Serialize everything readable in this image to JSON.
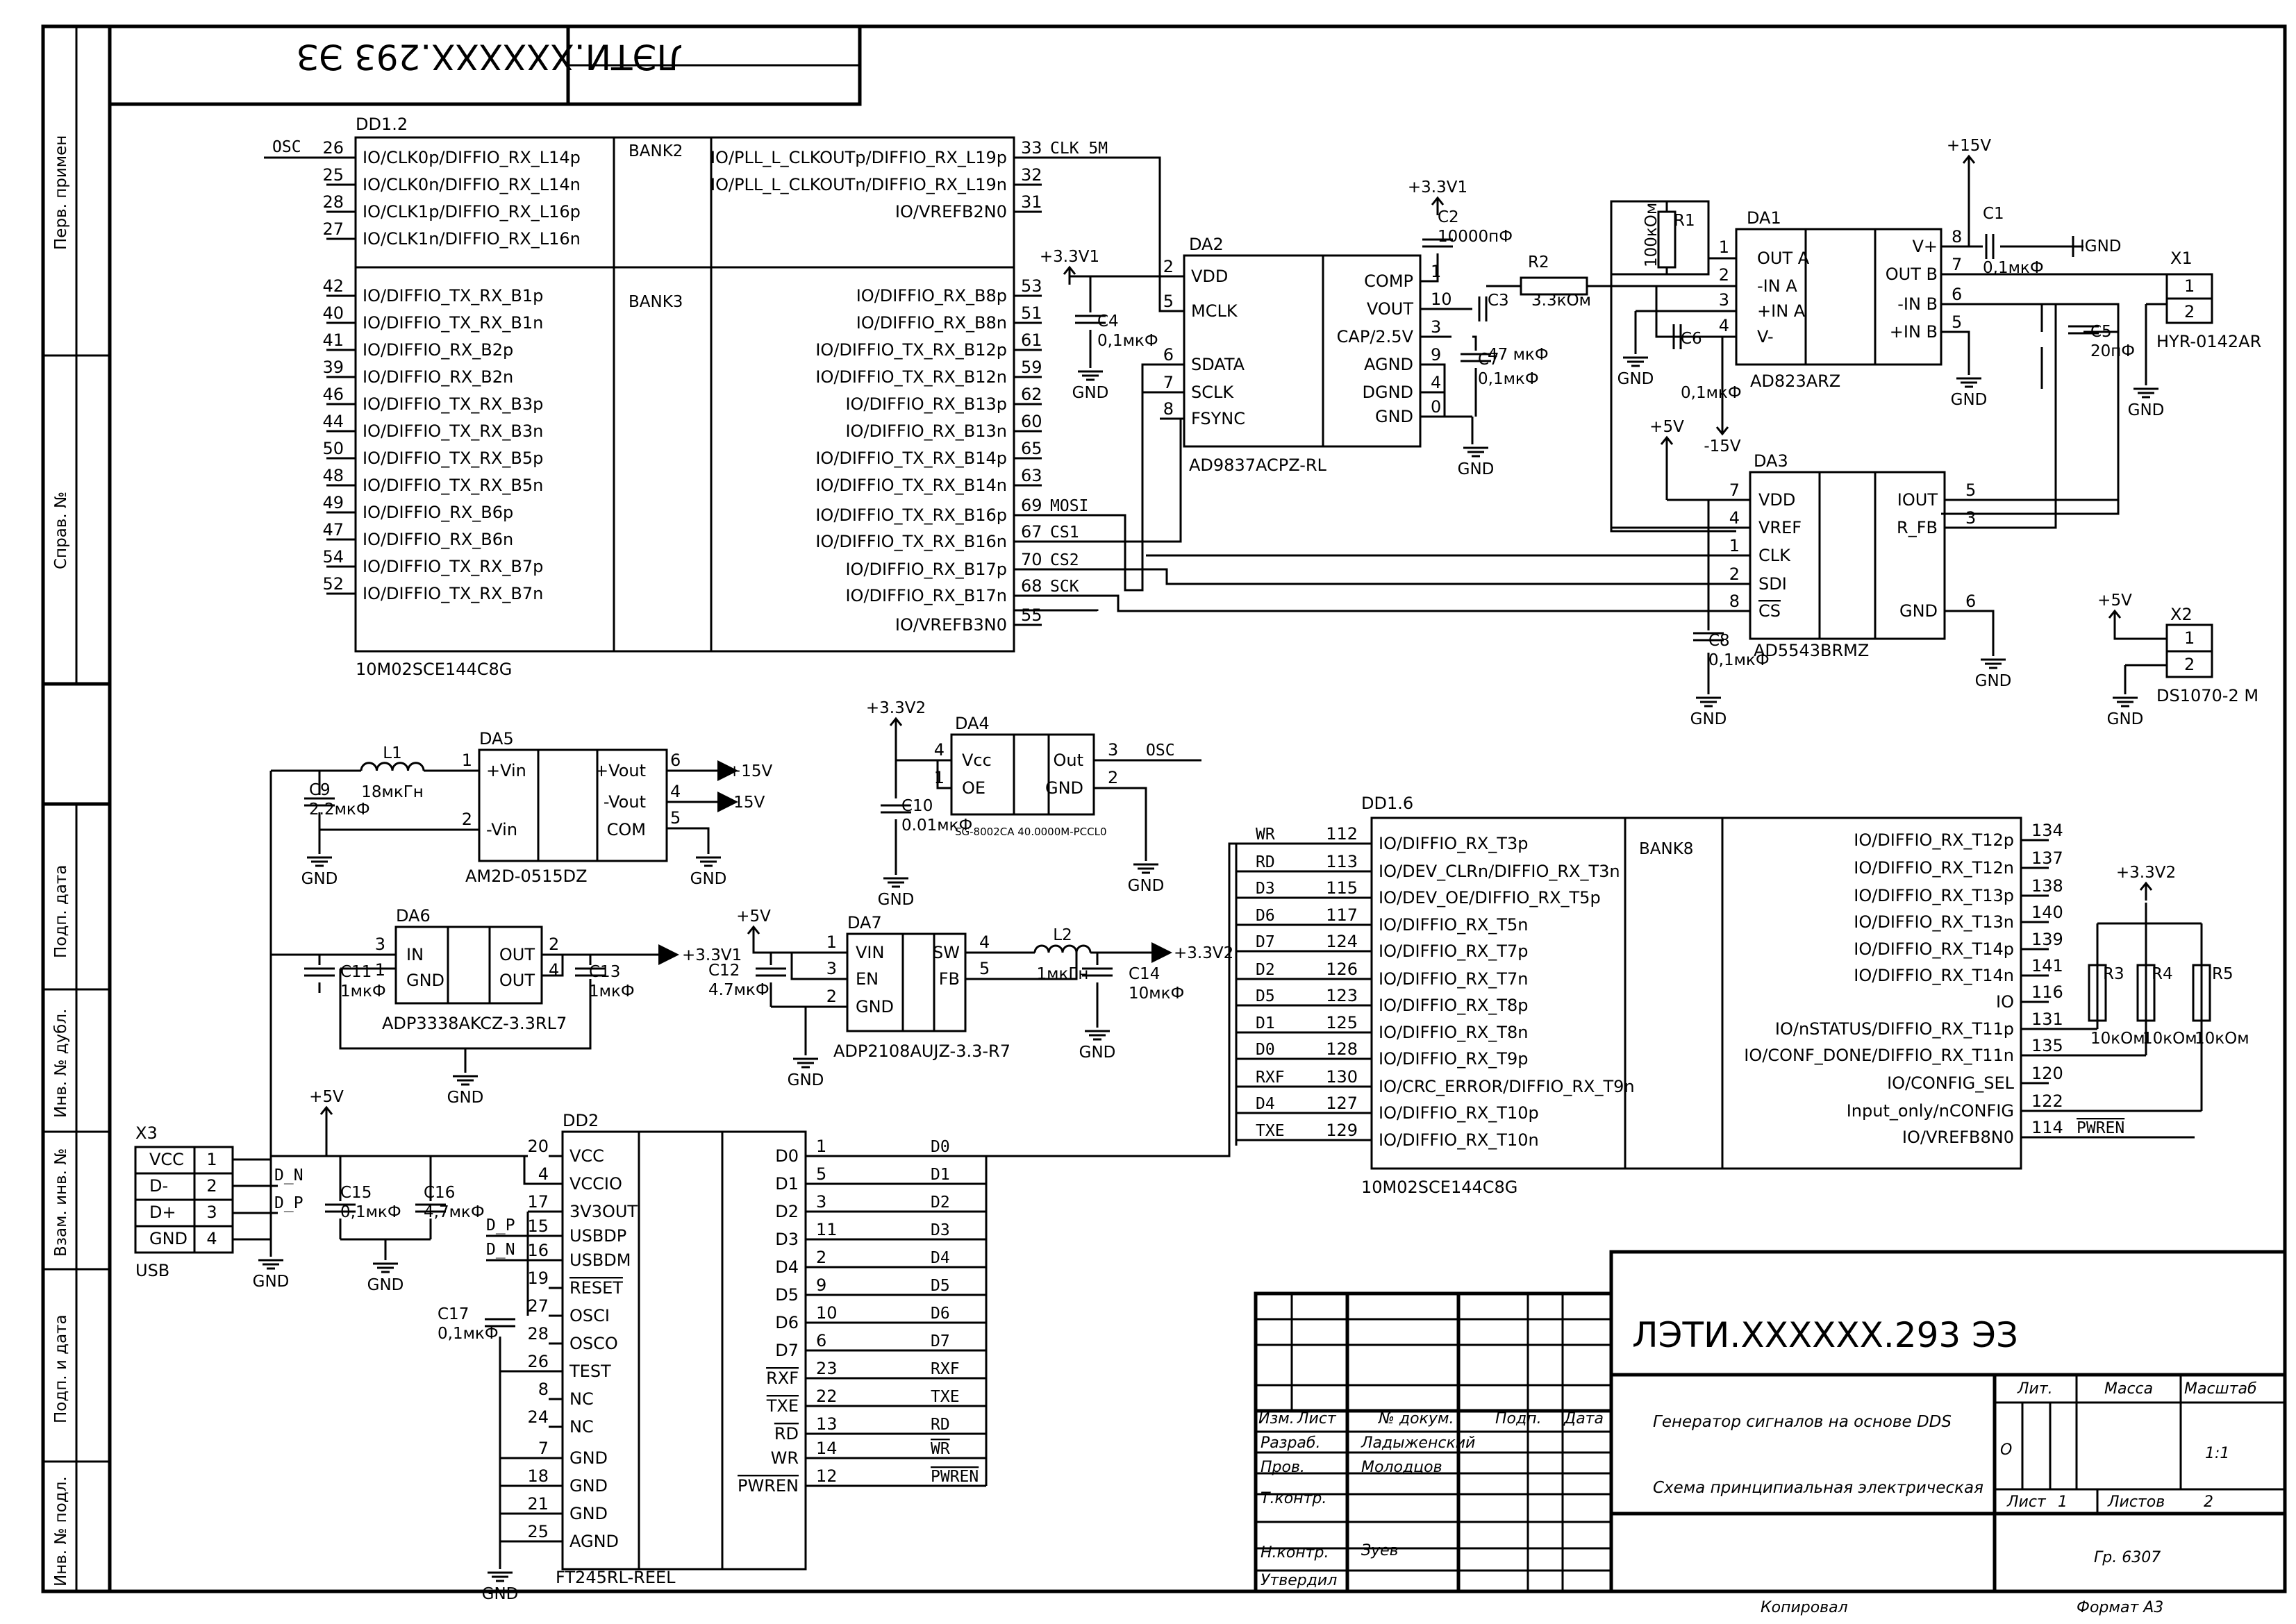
{
  "stamp": {
    "top_code": "ЛЭТИ.XXXXXX.293 ЭЗ",
    "doc_code": "ЛЭТИ.XXXXXX.293 ЭЗ",
    "title_line1": "Генератор сигналов на основе DDS",
    "title_line2": "Схема принципиальная электрическая",
    "col_izm": "Изм.",
    "col_list": "Лист",
    "col_doc": "№ докум.",
    "col_sign": "Подп.",
    "col_date": "Дата",
    "row_razrab": "Разраб.",
    "razrab_name": "Ладыженский",
    "row_prov": "Пров.",
    "prov_name": "Молодцов",
    "row_tkontr": "Т.контр.",
    "row_nkontr": "Н.контр.",
    "nkontr_name": "Зуев",
    "row_utv": "Утвердил",
    "lit_label": "Лит.",
    "mass_label": "Масса",
    "scale_label": "Масштаб",
    "lit_value": "О",
    "scale_value": "1:1",
    "sheet_label": "Лист",
    "sheet_value": "1",
    "sheets_label": "Листов",
    "sheets_value": "2",
    "group": "Гр. 6307",
    "copied": "Копировал",
    "format": "Формат A3"
  },
  "side_stamp": {
    "perv_primen": "Перв. примен",
    "sprav": "Справ. №",
    "podp_data1": "Подп. дата",
    "inv_dubl": "Инв. № дубл.",
    "vzam_inv": "Взам. инв. №",
    "podp_data2": "Подп. и дата",
    "inv_podl": "Инв. № подл."
  },
  "dd12": {
    "ref": "DD1.2",
    "part": "10M02SCE144C8G",
    "bank2": "BANK2",
    "bank3": "BANK3",
    "left_pins": [
      {
        "num": "26",
        "name": "IO/CLK0p/DIFFIO_RX_L14p",
        "net": "OSC"
      },
      {
        "num": "25",
        "name": "IO/CLK0n/DIFFIO_RX_L14n",
        "net": ""
      },
      {
        "num": "28",
        "name": "IO/CLK1p/DIFFIO_RX_L16p",
        "net": ""
      },
      {
        "num": "27",
        "name": "IO/CLK1n/DIFFIO_RX_L16n",
        "net": ""
      },
      {
        "num": "42",
        "name": "IO/DIFFIO_TX_RX_B1p",
        "net": ""
      },
      {
        "num": "40",
        "name": "IO/DIFFIO_TX_RX_B1n",
        "net": ""
      },
      {
        "num": "41",
        "name": "IO/DIFFIO_RX_B2p",
        "net": ""
      },
      {
        "num": "39",
        "name": "IO/DIFFIO_RX_B2n",
        "net": ""
      },
      {
        "num": "46",
        "name": "IO/DIFFIO_TX_RX_B3p",
        "net": ""
      },
      {
        "num": "44",
        "name": "IO/DIFFIO_TX_RX_B3n",
        "net": ""
      },
      {
        "num": "50",
        "name": "IO/DIFFIO_TX_RX_B5p",
        "net": ""
      },
      {
        "num": "48",
        "name": "IO/DIFFIO_TX_RX_B5n",
        "net": ""
      },
      {
        "num": "49",
        "name": "IO/DIFFIO_RX_B6p",
        "net": ""
      },
      {
        "num": "47",
        "name": "IO/DIFFIO_RX_B6n",
        "net": ""
      },
      {
        "num": "54",
        "name": "IO/DIFFIO_TX_RX_B7p",
        "net": ""
      },
      {
        "num": "52",
        "name": "IO/DIFFIO_TX_RX_B7n",
        "net": ""
      }
    ],
    "right_pins": [
      {
        "num": "33",
        "name": "IO/PLL_L_CLKOUTp/DIFFIO_RX_L19p",
        "net": "CLK_5M"
      },
      {
        "num": "32",
        "name": "IO/PLL_L_CLKOUTn/DIFFIO_RX_L19n",
        "net": ""
      },
      {
        "num": "31",
        "name": "IO/VREFB2N0",
        "net": ""
      },
      {
        "num": "53",
        "name": "IO/DIFFIO_RX_B8p",
        "net": ""
      },
      {
        "num": "51",
        "name": "IO/DIFFIO_RX_B8n",
        "net": ""
      },
      {
        "num": "61",
        "name": "IO/DIFFIO_TX_RX_B12p",
        "net": ""
      },
      {
        "num": "59",
        "name": "IO/DIFFIO_TX_RX_B12n",
        "net": ""
      },
      {
        "num": "62",
        "name": "IO/DIFFIO_RX_B13p",
        "net": ""
      },
      {
        "num": "60",
        "name": "IO/DIFFIO_RX_B13n",
        "net": ""
      },
      {
        "num": "65",
        "name": "IO/DIFFIO_TX_RX_B14p",
        "net": ""
      },
      {
        "num": "63",
        "name": "IO/DIFFIO_TX_RX_B14n",
        "net": ""
      },
      {
        "num": "69",
        "name": "IO/DIFFIO_TX_RX_B16p",
        "net": "MOSI"
      },
      {
        "num": "67",
        "name": "IO/DIFFIO_TX_RX_B16n",
        "net": "CS1"
      },
      {
        "num": "70",
        "name": "IO/DIFFIO_RX_B17p",
        "net": "CS2"
      },
      {
        "num": "68",
        "name": "IO/DIFFIO_RX_B17n",
        "net": "SCK"
      },
      {
        "num": "55",
        "name": "IO/VREFB3N0",
        "net": ""
      }
    ]
  },
  "da2": {
    "ref": "DA2",
    "part": "AD9837ACPZ-RL",
    "left_pins": [
      {
        "num": "2",
        "name": "VDD"
      },
      {
        "num": "5",
        "name": "MCLK"
      },
      {
        "num": "6",
        "name": "SDATA"
      },
      {
        "num": "7",
        "name": "SCLK"
      },
      {
        "num": "8",
        "name": "FSYNC"
      }
    ],
    "right_pins": [
      {
        "num": "1",
        "name": "COMP"
      },
      {
        "num": "10",
        "name": "VOUT"
      },
      {
        "num": "3",
        "name": "CAP/2.5V"
      },
      {
        "num": "9",
        "name": "AGND"
      },
      {
        "num": "4",
        "name": "DGND"
      },
      {
        "num": "0",
        "name": "GND"
      }
    ]
  },
  "da1": {
    "ref": "DA1",
    "part": "AD823ARZ",
    "left_pins": [
      {
        "num": "1",
        "name": "OUT A"
      },
      {
        "num": "2",
        "name": "-IN A"
      },
      {
        "num": "3",
        "name": "+IN A"
      },
      {
        "num": "4",
        "name": "V-"
      }
    ],
    "right_pins": [
      {
        "num": "8",
        "name": "V+"
      },
      {
        "num": "7",
        "name": "OUT B"
      },
      {
        "num": "6",
        "name": "-IN B"
      },
      {
        "num": "5",
        "name": "+IN B"
      }
    ]
  },
  "da3": {
    "ref": "DA3",
    "part": "AD5543BRMZ",
    "left_pins": [
      {
        "num": "7",
        "name": "VDD"
      },
      {
        "num": "4",
        "name": "VREF"
      },
      {
        "num": "1",
        "name": "CLK"
      },
      {
        "num": "2",
        "name": "SDI"
      },
      {
        "num": "8",
        "name": "CS"
      }
    ],
    "right_pins": [
      {
        "num": "5",
        "name": "IOUT"
      },
      {
        "num": "3",
        "name": "R_FB"
      },
      {
        "num": "6",
        "name": "GND"
      }
    ]
  },
  "da4": {
    "ref": "DA4",
    "part": "SG-8002CA 40.0000M-PCCL0",
    "p4": "4",
    "p1": "1",
    "p3": "3",
    "p2": "2",
    "vcc": "Vcc",
    "oe": "OE",
    "out": "Out",
    "gnd": "GND",
    "net": "OSC"
  },
  "da5": {
    "ref": "DA5",
    "part": "AM2D-0515DZ",
    "p1": "1",
    "p2": "2",
    "p6": "6",
    "p4": "4",
    "p5": "5",
    "vin_p": "+Vin",
    "vin_n": "-Vin",
    "vout_p": "+Vout",
    "vout_n": "-Vout",
    "com": "COM",
    "net_p": "+15V",
    "net_n": "-15V"
  },
  "da6": {
    "ref": "DA6",
    "part": "ADP3338AKCZ-3.3RL7",
    "p3": "3",
    "p1": "1",
    "p2": "2",
    "p4": "4",
    "in": "IN",
    "gnd": "GND",
    "out1": "OUT",
    "out2": "OUT"
  },
  "da7": {
    "ref": "DA7",
    "part": "ADP2108AUJZ-3.3-R7",
    "p1": "1",
    "p3": "3",
    "p2": "2",
    "p4": "4",
    "p5": "5",
    "vin": "VIN",
    "en": "EN",
    "gnd": "GND",
    "sw": "SW",
    "fb": "FB"
  },
  "dd2": {
    "ref": "DD2",
    "part": "FT245RL-REEL",
    "left_pins": [
      {
        "num": "20",
        "name": "VCC",
        "net": ""
      },
      {
        "num": "4",
        "name": "VCCIO",
        "net": ""
      },
      {
        "num": "17",
        "name": "3V3OUT",
        "net": ""
      },
      {
        "num": "15",
        "name": "USBDP",
        "net": "D_P"
      },
      {
        "num": "16",
        "name": "USBDM",
        "net": "D_N"
      },
      {
        "num": "19",
        "name": "RESET",
        "net": ""
      },
      {
        "num": "27",
        "name": "OSCI",
        "net": ""
      },
      {
        "num": "28",
        "name": "OSCO",
        "net": ""
      },
      {
        "num": "26",
        "name": "TEST",
        "net": ""
      },
      {
        "num": "8",
        "name": "NC",
        "net": ""
      },
      {
        "num": "24",
        "name": "NC",
        "net": ""
      },
      {
        "num": "7",
        "name": "GND",
        "net": ""
      },
      {
        "num": "18",
        "name": "GND",
        "net": ""
      },
      {
        "num": "21",
        "name": "GND",
        "net": ""
      },
      {
        "num": "25",
        "name": "AGND",
        "net": ""
      }
    ],
    "right_pins": [
      {
        "num": "1",
        "name": "D0",
        "net": "D0"
      },
      {
        "num": "5",
        "name": "D1",
        "net": "D1"
      },
      {
        "num": "3",
        "name": "D2",
        "net": "D2"
      },
      {
        "num": "11",
        "name": "D3",
        "net": "D3"
      },
      {
        "num": "2",
        "name": "D4",
        "net": "D4"
      },
      {
        "num": "9",
        "name": "D5",
        "net": "D5"
      },
      {
        "num": "10",
        "name": "D6",
        "net": "D6"
      },
      {
        "num": "6",
        "name": "D7",
        "net": "D7"
      },
      {
        "num": "23",
        "name": "RXF",
        "net": "RXF"
      },
      {
        "num": "22",
        "name": "TXE",
        "net": "TXE"
      },
      {
        "num": "13",
        "name": "RD",
        "net": "RD"
      },
      {
        "num": "14",
        "name": "WR",
        "net": "WR"
      },
      {
        "num": "12",
        "name": "PWREN",
        "net": "PWREN"
      }
    ]
  },
  "dd16": {
    "ref": "DD1.6",
    "part": "10M02SCE144C8G",
    "bank": "BANK8",
    "left_pins": [
      {
        "num": "112",
        "name": "IO/DIFFIO_RX_T3p",
        "net": "WR"
      },
      {
        "num": "113",
        "name": "IO/DEV_CLRn/DIFFIO_RX_T3n",
        "net": "RD"
      },
      {
        "num": "115",
        "name": "IO/DEV_OE/DIFFIO_RX_T5p",
        "net": "D3"
      },
      {
        "num": "117",
        "name": "IO/DIFFIO_RX_T5n",
        "net": "D6"
      },
      {
        "num": "124",
        "name": "IO/DIFFIO_RX_T7p",
        "net": "D7"
      },
      {
        "num": "126",
        "name": "IO/DIFFIO_RX_T7n",
        "net": "D2"
      },
      {
        "num": "123",
        "name": "IO/DIFFIO_RX_T8p",
        "net": "D5"
      },
      {
        "num": "125",
        "name": "IO/DIFFIO_RX_T8n",
        "net": "D1"
      },
      {
        "num": "128",
        "name": "IO/DIFFIO_RX_T9p",
        "net": "D0"
      },
      {
        "num": "130",
        "name": "IO/CRC_ERROR/DIFFIO_RX_T9n",
        "net": "RXF"
      },
      {
        "num": "127",
        "name": "IO/DIFFIO_RX_T10p",
        "net": "D4"
      },
      {
        "num": "129",
        "name": "IO/DIFFIO_RX_T10n",
        "net": "TXE"
      }
    ],
    "right_pins": [
      {
        "num": "134",
        "name": "IO/DIFFIO_RX_T12p",
        "net": ""
      },
      {
        "num": "137",
        "name": "IO/DIFFIO_RX_T12n",
        "net": ""
      },
      {
        "num": "138",
        "name": "IO/DIFFIO_RX_T13p",
        "net": ""
      },
      {
        "num": "140",
        "name": "IO/DIFFIO_RX_T13n",
        "net": ""
      },
      {
        "num": "139",
        "name": "IO/DIFFIO_RX_T14p",
        "net": ""
      },
      {
        "num": "141",
        "name": "IO/DIFFIO_RX_T14n",
        "net": ""
      },
      {
        "num": "116",
        "name": "IO",
        "net": ""
      },
      {
        "num": "131",
        "name": "IO/nSTATUS/DIFFIO_RX_T11p",
        "net": ""
      },
      {
        "num": "135",
        "name": "IO/CONF_DONE/DIFFIO_RX_T11n",
        "net": ""
      },
      {
        "num": "120",
        "name": "IO/CONFIG_SEL",
        "net": ""
      },
      {
        "num": "122",
        "name": "Input_only/nCONFIG",
        "net": ""
      },
      {
        "num": "114",
        "name": "IO/VREFB8N0",
        "net": "PWREN"
      }
    ]
  },
  "connectors": {
    "x1": {
      "ref": "X1",
      "part": "HYR-0142AR",
      "p1": "1",
      "p2": "2"
    },
    "x2": {
      "ref": "X2",
      "part": "DS1070-2 M",
      "p1": "1",
      "p2": "2"
    },
    "x3": {
      "ref": "X3",
      "part": "USB",
      "pins": [
        {
          "num": "1",
          "name": "VCC"
        },
        {
          "num": "2",
          "name": "D-"
        },
        {
          "num": "3",
          "name": "D+"
        },
        {
          "num": "4",
          "name": "GND"
        }
      ]
    }
  },
  "passives": {
    "C1": {
      "ref": "C1",
      "val": "0,1мкФ"
    },
    "C2": {
      "ref": "C2",
      "val": "10000пФ"
    },
    "C3": {
      "ref": "C3",
      "val": "47 мкФ"
    },
    "C4": {
      "ref": "C4",
      "val": "0,1мкФ"
    },
    "C5": {
      "ref": "C5",
      "val": "20пФ"
    },
    "C6": {
      "ref": "C6",
      "val": "0,1мкФ"
    },
    "C7": {
      "ref": "C7",
      "val": "0,1мкФ"
    },
    "C8": {
      "ref": "C8",
      "val": "0,1мкФ"
    },
    "C9": {
      "ref": "C9",
      "val": "2.2мкФ"
    },
    "C10": {
      "ref": "C10",
      "val": "0.01мкФ"
    },
    "C11": {
      "ref": "C11",
      "val": "1мкФ"
    },
    "C12": {
      "ref": "C12",
      "val": "4.7мкФ"
    },
    "C13": {
      "ref": "C13",
      "val": "1мкФ"
    },
    "C14": {
      "ref": "C14",
      "val": "10мкФ"
    },
    "C15": {
      "ref": "C15",
      "val": "0,1мкФ"
    },
    "C16": {
      "ref": "C16",
      "val": "4,7мкФ"
    },
    "C17": {
      "ref": "C17",
      "val": "0,1мкФ"
    },
    "R1": {
      "ref": "R1",
      "val": "100кОм"
    },
    "R2": {
      "ref": "R2",
      "val": "3.3кОм"
    },
    "R3": {
      "ref": "R3",
      "val": "10кОм"
    },
    "R4": {
      "ref": "R4",
      "val": "10кОм"
    },
    "R5": {
      "ref": "R5",
      "val": "10кОм"
    },
    "L1": {
      "ref": "L1",
      "val": "18мкГн"
    },
    "L2": {
      "ref": "L2",
      "val": "1мкГн"
    }
  },
  "nets": {
    "gnd": "GND",
    "p3v3v1": "+3.3V1",
    "p3v3v2": "+3.3V2",
    "p5v": "+5V",
    "p15v": "+15V",
    "m15v": "-15V",
    "dn": "D_N",
    "dp": "D_P",
    "igne": "IGND"
  }
}
